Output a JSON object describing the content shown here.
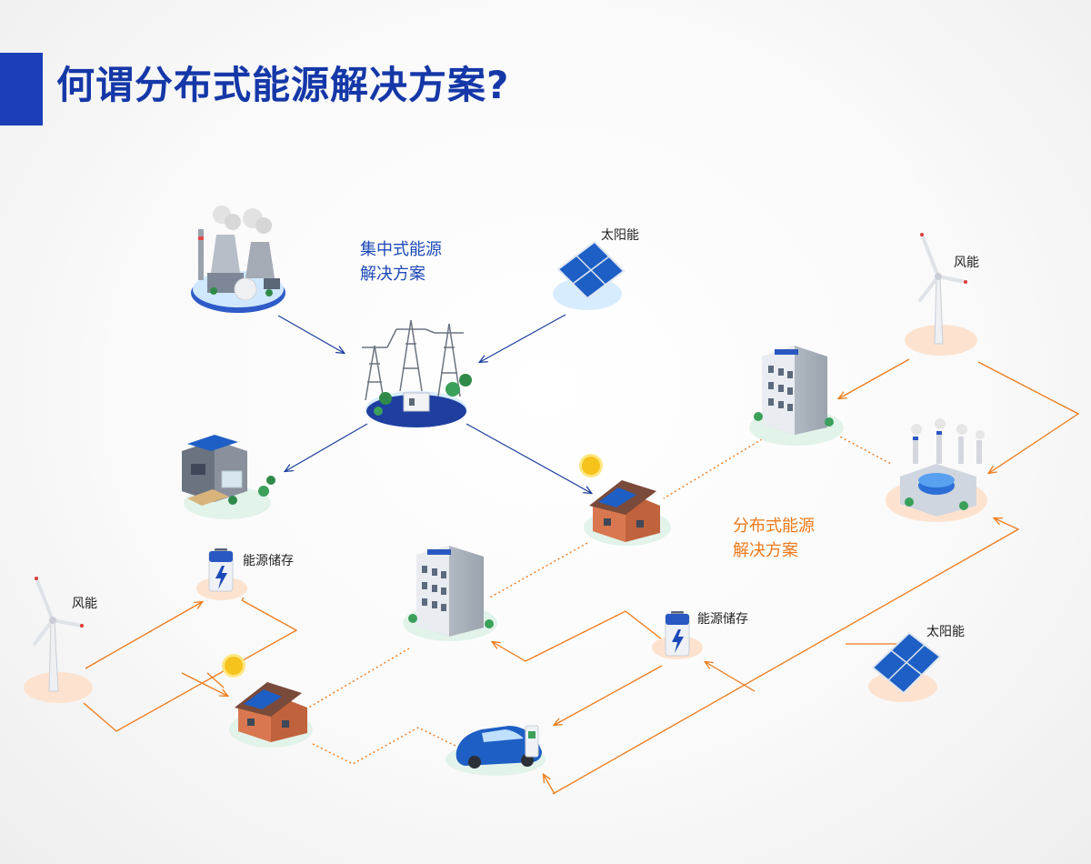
{
  "page": {
    "title": "何谓分布式能源解决方案?"
  },
  "labels": {
    "centralized_line1": "集中式能源",
    "centralized_line2": "解决方案",
    "distributed_line1": "分布式能源",
    "distributed_line2": "解决方案",
    "solar_top": "太阳能",
    "wind_right": "风能",
    "storage_left": "能源储存",
    "wind_left": "风能",
    "storage_mid": "能源储存",
    "solar_right": "太阳能"
  },
  "colors": {
    "title_blue": "#1538a8",
    "centralized_blue": "#1d49b8",
    "distributed_orange": "#ee7a1a"
  },
  "icons": [
    "power-plant-icon",
    "solar-panel-icon",
    "transmission-tower-icon",
    "wind-turbine-icon",
    "office-building-icon",
    "factory-icon",
    "modern-house-icon",
    "brick-house-icon",
    "sun-icon",
    "battery-icon",
    "electric-car-icon",
    "charging-station-icon"
  ]
}
